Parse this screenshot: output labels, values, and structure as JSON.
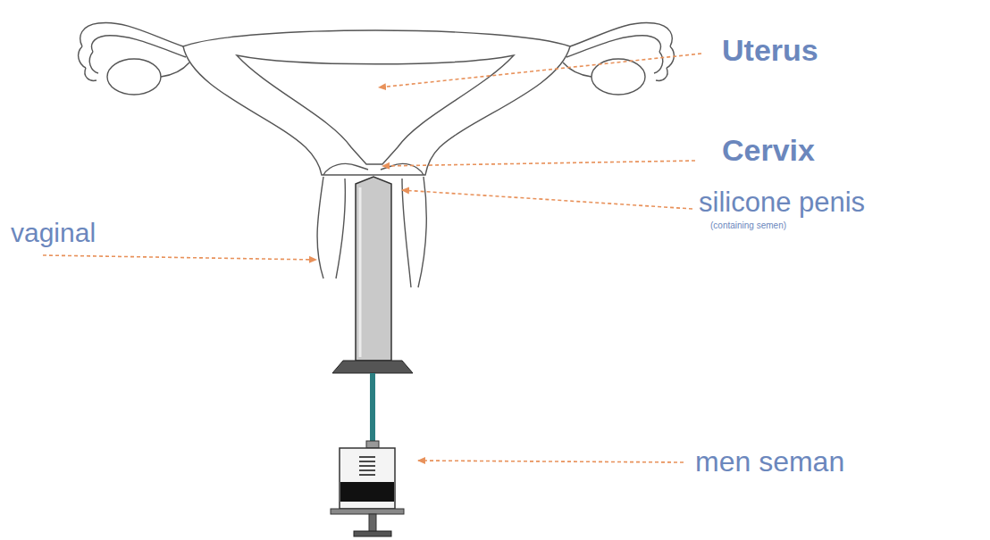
{
  "diagram": {
    "labels": [
      "Uterus",
      "Cervix",
      "silicone penis",
      "(containing semen)",
      "vaginal",
      "men seman"
    ]
  }
}
